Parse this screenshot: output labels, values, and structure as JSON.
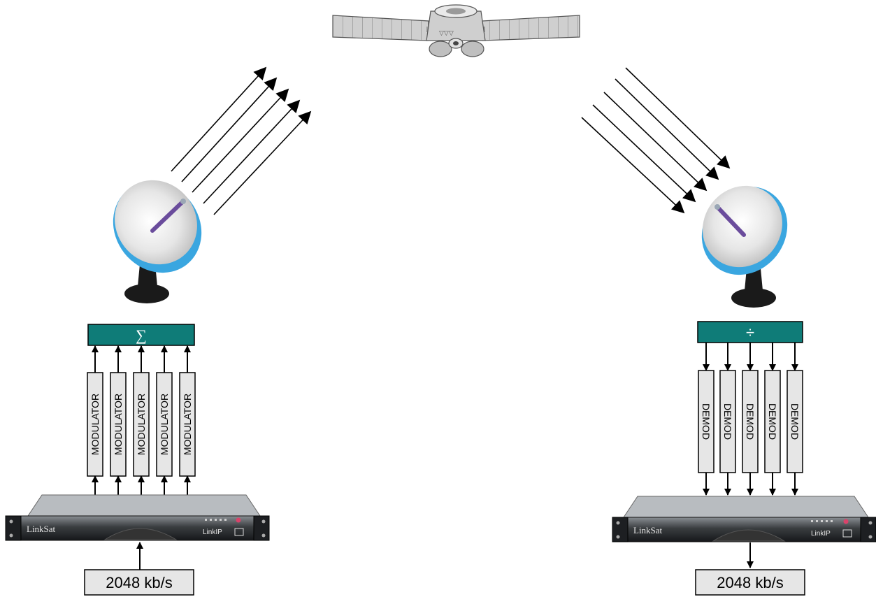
{
  "uplink": {
    "combiner_symbol": "∑",
    "channel_labels": [
      "MODULATOR",
      "MODULATOR",
      "MODULATOR",
      "MODULATOR",
      "MODULATOR"
    ],
    "device": {
      "brand": "LinkSat",
      "model": "LinkIP"
    },
    "rate_label": "2048 kb/s"
  },
  "downlink": {
    "splitter_symbol": "÷",
    "channel_labels": [
      "DEMOD",
      "DEMOD",
      "DEMOD",
      "DEMOD",
      "DEMOD"
    ],
    "device": {
      "brand": "LinkSat",
      "model": "LinkIP"
    },
    "rate_label": "2048 kb/s"
  },
  "colors": {
    "teal_box": "#0f7c78",
    "channel_box_fill": "#e6e6e6",
    "dish_blue": "#3aa6e0",
    "feed_purple": "#6a4c9c",
    "mount_black": "#1a1a1a"
  }
}
